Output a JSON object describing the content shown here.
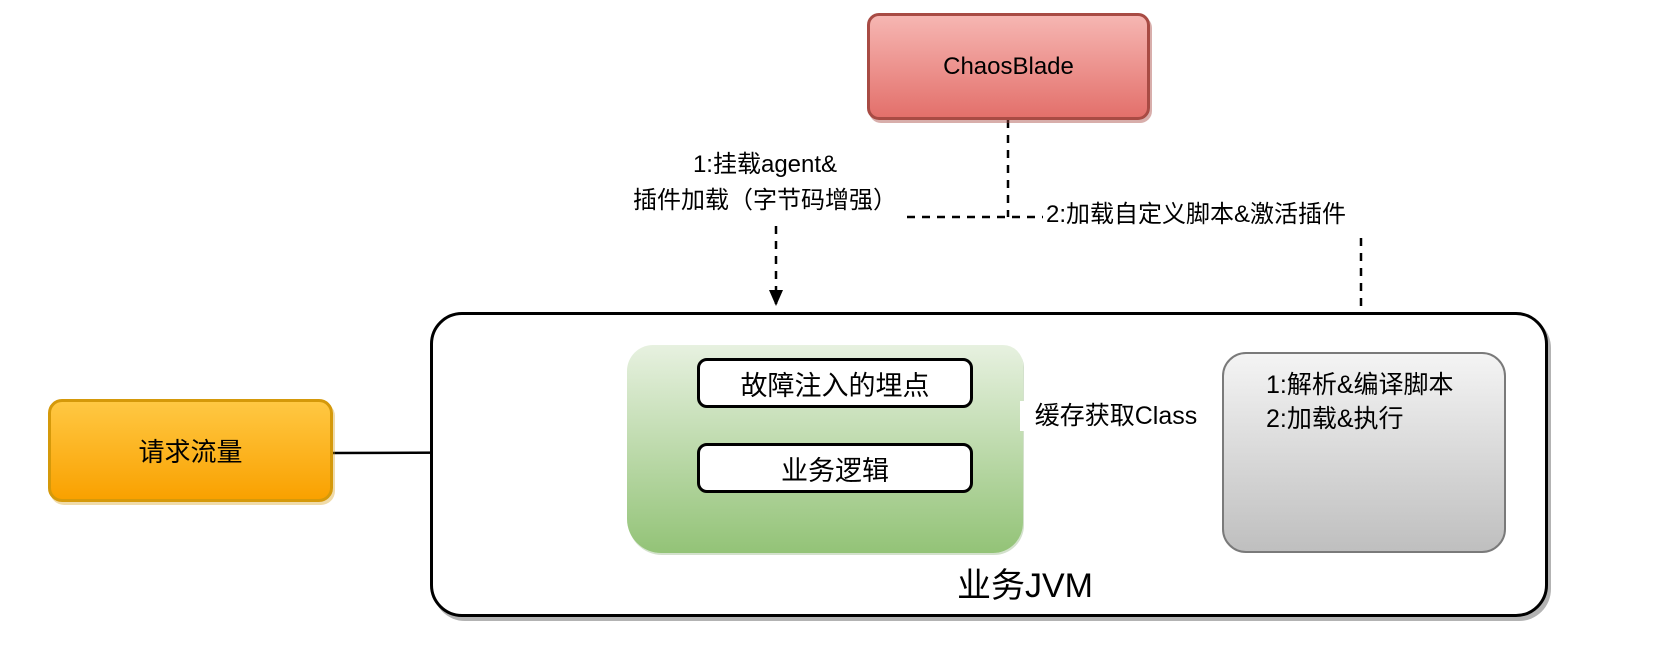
{
  "nodes": {
    "chaosblade": {
      "label": "ChaosBlade"
    },
    "request_traffic": {
      "label": "请求流量"
    },
    "fault_injection_point": {
      "label": "故障注入的埋点"
    },
    "business_logic": {
      "label": "业务逻辑"
    },
    "script_box": {
      "line1": "1:解析&编译脚本",
      "line2": "2:加载&执行"
    },
    "jvm": {
      "label": "业务JVM"
    }
  },
  "edge_labels": {
    "step1_line1": "1:挂载agent&",
    "step1_line2": "插件加载（字节码增强）",
    "step2": "2:加载自定义脚本&激活插件",
    "cache": "缓存获取Class"
  },
  "colors": {
    "red-top": "#f6b6b2",
    "red-bottom": "#e3706b",
    "red-border": "#a84b44",
    "orange-top": "#ffc843",
    "orange-bottom": "#f9a100",
    "orange-border": "#d5990a",
    "green-top": "#e7f1e0",
    "green-bottom": "#93c377",
    "gray-top": "#f4f4f4",
    "gray-bottom": "#bfbfbf",
    "gray-border": "#7a7a7a",
    "line": "#000000",
    "shadow": "#b3b3b3"
  }
}
